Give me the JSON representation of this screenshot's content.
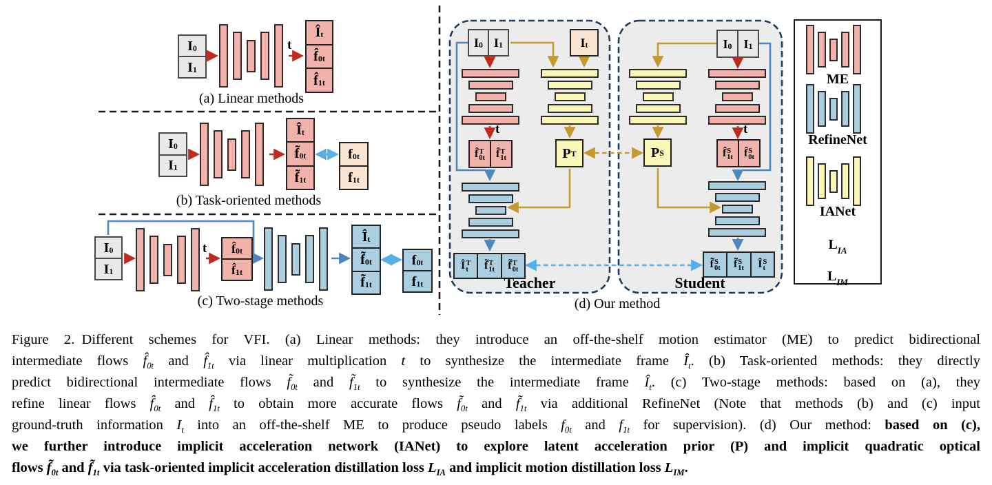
{
  "colors": {
    "pink": "#f0b2aa",
    "blue": "#abcfe1",
    "yellow": "#faf7b8",
    "peach": "#f9e5d2",
    "gray_box": "#e9e9e9",
    "panel_bg": "#ececec",
    "red_arrow": "#c02b20",
    "gold_arrow": "#c49a2e",
    "light_blue_arrow": "#58aee8",
    "steel_blue_arrow": "#4e88ba",
    "navy_border": "#1f3a5f"
  },
  "figure": {
    "panel_a": {
      "caption": "(a) Linear methods",
      "t_label": "t",
      "input": [
        {
          "t": "I",
          "sub": "0"
        },
        {
          "t": "I",
          "sub": "1"
        }
      ],
      "output": [
        {
          "t": "Î",
          "sub": "t"
        },
        {
          "t": "f̂",
          "sub": "0t"
        },
        {
          "t": "f̂",
          "sub": "1t"
        }
      ]
    },
    "panel_b": {
      "caption": "(b) Task-oriented methods",
      "input": [
        {
          "t": "I",
          "sub": "0"
        },
        {
          "t": "I",
          "sub": "1"
        }
      ],
      "output": [
        {
          "t": "Î",
          "sub": "t"
        },
        {
          "t": "f̃",
          "sub": "0t"
        },
        {
          "t": "f̃",
          "sub": "1t"
        }
      ],
      "pseudo": [
        {
          "t": "f",
          "sub": "0t"
        },
        {
          "t": "f",
          "sub": "1t"
        }
      ]
    },
    "panel_c": {
      "caption": "(c) Two-stage methods",
      "t_label": "t",
      "input": [
        {
          "t": "I",
          "sub": "0"
        },
        {
          "t": "I",
          "sub": "1"
        }
      ],
      "linear_flows": [
        {
          "t": "f̂",
          "sub": "0t"
        },
        {
          "t": "f̂",
          "sub": "1t"
        }
      ],
      "output": [
        {
          "t": "Î",
          "sub": "t"
        },
        {
          "t": "f̃",
          "sub": "0t"
        },
        {
          "t": "f̃",
          "sub": "1t"
        }
      ],
      "pseudo": [
        {
          "t": "f",
          "sub": "0t"
        },
        {
          "t": "f",
          "sub": "1t"
        }
      ]
    },
    "panel_d": {
      "caption": "(d) Our method",
      "teacher": {
        "label": "Teacher",
        "t_label": "t",
        "input": [
          {
            "t": "I",
            "sub": "0"
          },
          {
            "t": "I",
            "sub": "1"
          }
        ],
        "it_input": {
          "t": "I",
          "sub": "t"
        },
        "flows": [
          {
            "t": "f̂",
            "sub": "0t",
            "sup": "T"
          },
          {
            "t": "f̂",
            "sub": "1t",
            "sup": "T"
          }
        ],
        "prior": {
          "t": "P",
          "sup": "T"
        },
        "output": [
          {
            "t": "Î",
            "sub": "t",
            "sup": "T"
          },
          {
            "t": "f̃",
            "sub": "1t",
            "sup": "T"
          },
          {
            "t": "f̃",
            "sub": "0t",
            "sup": "T"
          }
        ]
      },
      "student": {
        "label": "Student",
        "t_label": "t",
        "input": [
          {
            "t": "I",
            "sub": "0"
          },
          {
            "t": "I",
            "sub": "1"
          }
        ],
        "flows": [
          {
            "t": "f̂",
            "sub": "1t",
            "sup": "S"
          },
          {
            "t": "f̂",
            "sub": "0t",
            "sup": "S"
          }
        ],
        "prior": {
          "t": "P",
          "sup": "S"
        },
        "output": [
          {
            "t": "f̃",
            "sub": "0t",
            "sup": "S"
          },
          {
            "t": "f̃",
            "sub": "1t",
            "sup": "S"
          },
          {
            "t": "Î",
            "sub": "t",
            "sup": "S"
          }
        ]
      }
    },
    "legend": {
      "me": "ME",
      "refinenet": "RefineNet",
      "ianet": "IANet",
      "l_ia": {
        "t": "L",
        "sub": "IA"
      },
      "l_im": {
        "t": "L",
        "sub": "IM"
      }
    }
  },
  "caption": {
    "lines": [
      [
        "Figure 2. Different schemes for VFI. (a) Linear methods: they introduce an off-the-shelf motion estimator (ME) to predict bidirectional"
      ],
      [
        "intermediate flows ",
        {
          "t": "f̂",
          "i": 1,
          "sub": "0t"
        },
        " and ",
        {
          "t": "f̂",
          "i": 1,
          "sub": "1t"
        },
        " via linear multiplication ",
        {
          "t": "t",
          "i": 1
        },
        " to synthesize the intermediate frame ",
        {
          "t": "Î",
          "i": 1,
          "sub": "t"
        },
        ". (b) Task-oriented methods: they directly"
      ],
      [
        "predict bidirectional intermediate flows ",
        {
          "t": "f̃",
          "i": 1,
          "sub": "0t"
        },
        " and ",
        {
          "t": "f̃",
          "i": 1,
          "sub": "1t"
        },
        " to synthesize the intermediate frame ",
        {
          "t": "Î",
          "i": 1,
          "sub": "t"
        },
        ". (c) Two-stage methods: based on (a), they"
      ],
      [
        "refine linear flows ",
        {
          "t": "f̂",
          "i": 1,
          "sub": "0t"
        },
        " and ",
        {
          "t": "f̂",
          "i": 1,
          "sub": "1t"
        },
        " to obtain more accurate flows ",
        {
          "t": "f̃",
          "i": 1,
          "sub": "0t"
        },
        " and ",
        {
          "t": "f̃",
          "i": 1,
          "sub": "1t"
        },
        " via additional RefineNet (Note that methods (b) and (c) input"
      ],
      [
        "ground-truth information ",
        {
          "t": "I",
          "i": 1,
          "sub": "t"
        },
        " into an off-the-shelf ME to produce pseudo labels ",
        {
          "t": "f",
          "i": 1,
          "sub": "0t"
        },
        " and ",
        {
          "t": "f",
          "i": 1,
          "sub": "1t"
        },
        " for supervision). (d) Our method: ",
        {
          "t": "based on (c),",
          "b": 1
        }
      ],
      [
        {
          "t": "we further introduce implicit acceleration network (IANet) to explore latent acceleration prior (P) and implicit quadratic optical",
          "b": 1
        }
      ],
      [
        {
          "t": "flows ",
          "b": 1
        },
        {
          "t": "f̃",
          "b": 1,
          "i": 1,
          "sub": "0t"
        },
        {
          "t": " and ",
          "b": 1
        },
        {
          "t": "f̃",
          "b": 1,
          "i": 1,
          "sub": "1t"
        },
        {
          "t": " via task-oriented implicit acceleration distillation loss ",
          "b": 1
        },
        {
          "t": "L",
          "b": 1,
          "i": 1,
          "sub": "IA"
        },
        {
          "t": " and implicit motion distillation loss ",
          "b": 1
        },
        {
          "t": "L",
          "b": 1,
          "i": 1,
          "sub": "IM"
        },
        {
          "t": ".",
          "b": 1
        }
      ]
    ]
  }
}
